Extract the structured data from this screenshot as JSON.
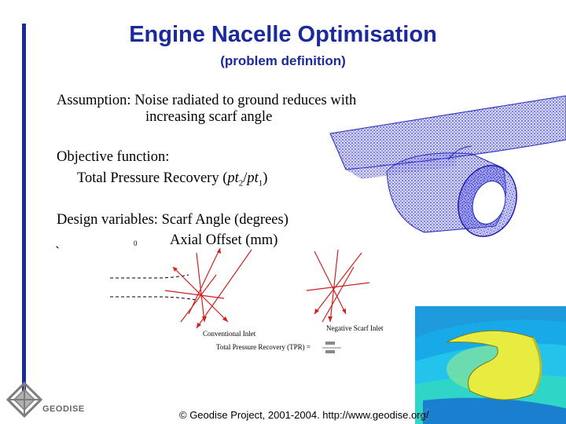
{
  "slide": {
    "title": "Engine Nacelle Optimisation",
    "subtitle": "(problem definition)",
    "assumption_line1": "Assumption: Noise radiated to ground reduces with",
    "assumption_line2": "increasing scarf angle",
    "objective_heading": "Objective function:",
    "objective_value": "Total Pressure Recovery (",
    "objective_pt2": "pt",
    "objective_sub2": "2",
    "objective_slash": "/",
    "objective_pt1": "pt",
    "objective_sub1": "1",
    "objective_close": ")",
    "design_line1": "Design variables: Scarf Angle (degrees)",
    "design_line2": "Axial Offset (mm)",
    "backtick": "`",
    "diagram_zero": "0",
    "conventional_inlet": "Conventional Inlet",
    "negative_scarf_inlet": "Negative Scarf Inlet",
    "tpr_label": "Total Pressure Recovery (TPR) =",
    "footer": "© Geodise Project, 2001-2004. http://www.geodise.org/",
    "logo_text": "GEODISE"
  },
  "colors": {
    "title_blue": "#1a2a9c",
    "mesh_blue": "#3b3bd6",
    "arrow_red": "#d02020",
    "cfd_yellow": "#e8ec40",
    "cfd_cyan": "#19b3e6"
  }
}
